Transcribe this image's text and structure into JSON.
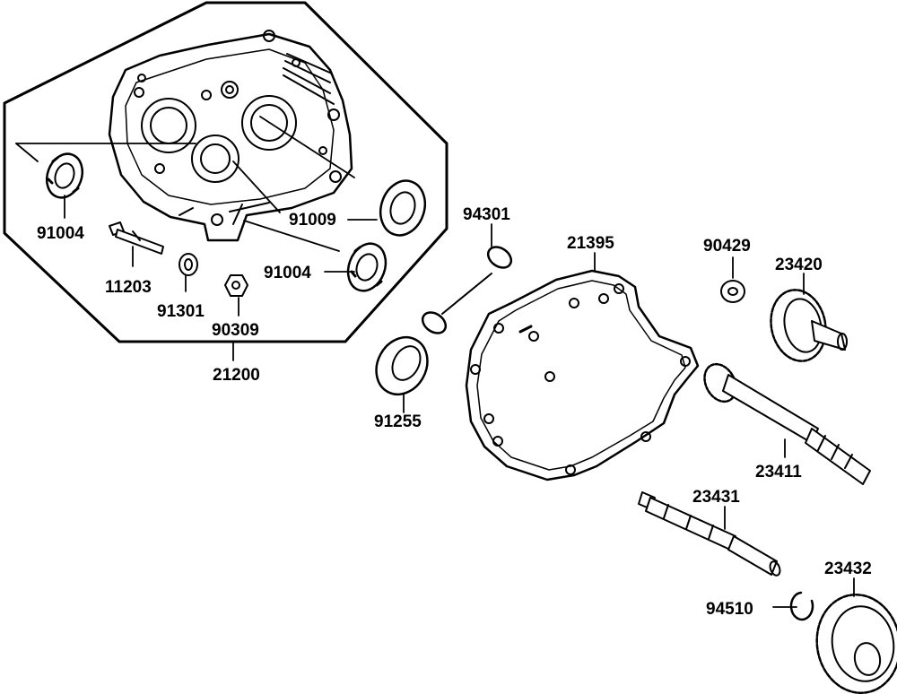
{
  "diagram": {
    "parts": [
      {
        "id": "p21200",
        "number": "21200"
      },
      {
        "id": "p91004a",
        "number": "91004"
      },
      {
        "id": "p91009",
        "number": "91009"
      },
      {
        "id": "p91004b",
        "number": "91004"
      },
      {
        "id": "p11203",
        "number": "11203"
      },
      {
        "id": "p91301",
        "number": "91301"
      },
      {
        "id": "p90309",
        "number": "90309"
      },
      {
        "id": "p94301",
        "number": "94301"
      },
      {
        "id": "p91255",
        "number": "91255"
      },
      {
        "id": "p21395",
        "number": "21395"
      },
      {
        "id": "p90429",
        "number": "90429"
      },
      {
        "id": "p23420",
        "number": "23420"
      },
      {
        "id": "p23411",
        "number": "23411"
      },
      {
        "id": "p23431",
        "number": "23431"
      },
      {
        "id": "p23432",
        "number": "23432"
      },
      {
        "id": "p94510",
        "number": "94510"
      }
    ],
    "colors": {
      "ink": "#000000",
      "paper": "#ffffff"
    }
  }
}
